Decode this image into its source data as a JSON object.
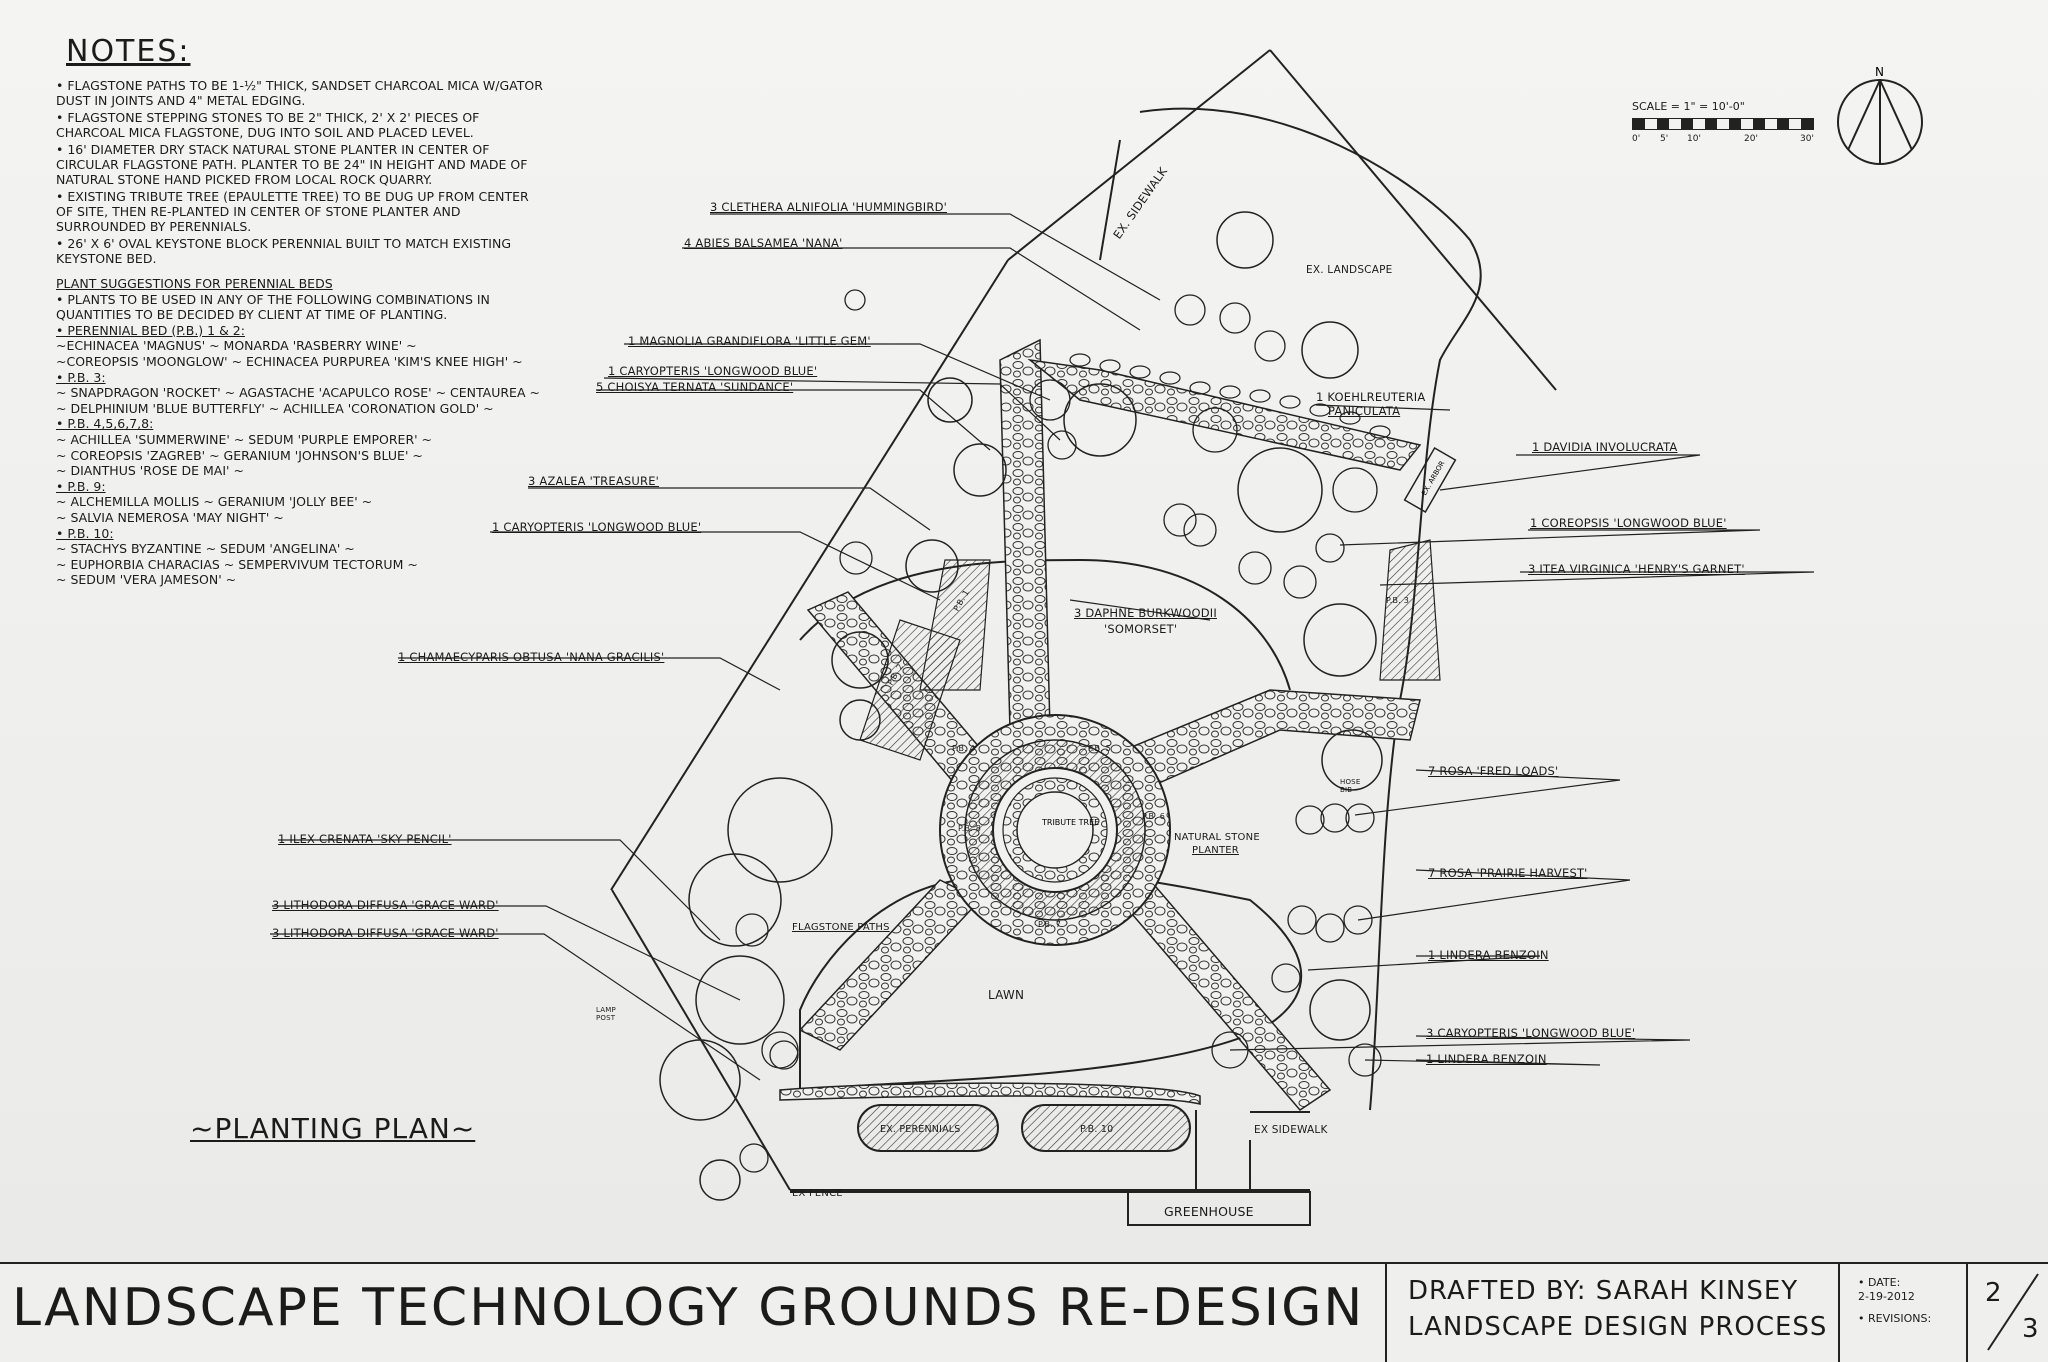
{
  "notes": {
    "title": "NOTES:",
    "items": [
      "• FLAGSTONE PATHS TO BE 1-½\" THICK, SANDSET CHARCOAL MICA W/GATOR DUST IN JOINTS AND 4\" METAL EDGING.",
      "• FLAGSTONE STEPPING STONES TO BE 2\" THICK, 2' x 2' PIECES OF CHARCOAL MICA FLAGSTONE, DUG INTO SOIL AND PLACED LEVEL.",
      "• 16' DIAMETER DRY STACK NATURAL STONE PLANTER IN CENTER OF CIRCULAR FLAGSTONE PATH. PLANTER TO BE 24\" IN HEIGHT AND MADE OF NATURAL STONE HAND PICKED FROM LOCAL ROCK QUARRY.",
      "• EXISTING TRIBUTE TREE (EPAULETTE TREE) TO BE DUG UP FROM CENTER OF SITE, THEN RE-PLANTED IN CENTER OF STONE PLANTER AND SURROUNDED BY PERENNIALS.",
      "• 26' x 6' OVAL KEYSTONE BLOCK PERENNIAL BUILT TO MATCH EXISTING KEYSTONE BED."
    ]
  },
  "plant_suggestions": {
    "heading": "PLANT SUGGESTIONS FOR PERENNIAL BEDS",
    "intro": "• PLANTS TO BE USED IN ANY OF THE FOLLOWING COMBINATIONS IN QUANTITIES TO BE DECIDED BY CLIENT AT TIME OF PLANTING.",
    "groups": [
      {
        "heading": "• PERENNIAL BED (P.B.) 1 & 2:",
        "lines": [
          "~ECHINACEA 'MAGNUS' ~ MONARDA 'RASBERRY WINE' ~",
          "~COREOPSIS 'MOONGLOW' ~ ECHINACEA PURPUREA 'KIM'S KNEE HIGH' ~"
        ]
      },
      {
        "heading": "• P.B. 3:",
        "lines": [
          "~ SNAPDRAGON 'ROCKET' ~ AGASTACHE 'ACAPULCO ROSE' ~ CENTAUREA ~",
          "~ DELPHINIUM 'BLUE BUTTERFLY' ~ ACHILLEA 'CORONATION GOLD' ~"
        ]
      },
      {
        "heading": "• P.B. 4,5,6,7,8:",
        "lines": [
          "~ ACHILLEA 'SUMMERWINE' ~ SEDUM 'PURPLE EMPORER' ~",
          "~ COREOPSIS 'ZAGREB' ~ GERANIUM 'JOHNSON'S BLUE' ~",
          "~ DIANTHUS 'ROSE DE MAI' ~"
        ]
      },
      {
        "heading": "• P.B. 9:",
        "lines": [
          "~ ALCHEMILLA MOLLIS ~ GERANIUM 'JOLLY BEE' ~",
          "~ SALVIA NEMEROSA 'MAY NIGHT' ~"
        ]
      },
      {
        "heading": "• P.B. 10:",
        "lines": [
          "~ STACHYS BYZANTINE ~ SEDUM 'ANGELINA' ~",
          "~ EUPHORBIA CHARACIAS ~ SEMPERVIVUM TECTORUM ~",
          "~ SEDUM 'VERA JAMESON' ~"
        ]
      }
    ]
  },
  "plan_title": "~PLANTING PLAN~",
  "scale": {
    "text": "SCALE = 1\" = 10'-0\"",
    "ticks": [
      "0'",
      "5'",
      "10'",
      "20'",
      "30'"
    ]
  },
  "north": "N",
  "plant_labels": {
    "clethera": "3 CLETHERA ALNIFOLIA 'HUMMINGBIRD'",
    "abies": "4 ABIES BALSAMEA 'NANA'",
    "magnolia": "1 MAGNOLIA GRANDIFLORA 'LITTLE GEM'",
    "caryopteris_a": "1 CARYOPTERIS 'LONGWOOD BLUE'",
    "choisya": "5 CHOISYA TERNATA 'SUNDANCE'",
    "azalea": "3 AZALEA 'TREASURE'",
    "caryopteris_b": "1 CARYOPTERIS 'LONGWOOD BLUE'",
    "daphne": "3 DAPHNE BURKWOODII",
    "daphne_cv": "'SOMORSET'",
    "chamaecyparis": "1 CHAMAECYPARIS OBTUSA 'NANA GRACILIS'",
    "ilex": "1 ILEX CRENATA 'SKY PENCIL'",
    "lithodora_a": "3 LITHODORA DIFFUSA 'GRACE WARD'",
    "lithodora_b": "3 LITHODORA DIFFUSA 'GRACE WARD'",
    "koelreuteria": "1 KOEHLREUTERIA",
    "koelreuteria_sp": "PANICULATA",
    "davidia": "1 DAVIDIA INVOLUCRATA",
    "coreopsis": "1 COREOPSIS 'LONGWOOD BLUE'",
    "itea": "3 ITEA VIRGINICA 'HENRY'S GARNET'",
    "rosa_fred": "7 ROSA 'FRED LOADS'",
    "rosa_prairie": "7 ROSA 'PRAIRIE HARVEST'",
    "lindera_a": "1 LINDERA BENZOIN",
    "caryopteris_c": "3 CARYOPTERIS 'LONGWOOD BLUE'",
    "lindera_b": "1 LINDERA BENZOIN"
  },
  "site_labels": {
    "ex_sidewalk_top": "EX. SIDEWALK",
    "ex_landscape": "EX. LANDSCAPE",
    "tribute_tree": "TRIBUTE TREE",
    "natural_stone": "NATURAL STONE",
    "planter": "PLANTER",
    "flagstone_paths": "FLAGSTONE PATHS",
    "lawn": "LAWN",
    "lamp_post": "LAMP POST",
    "hose_bib": "HOSE BIB",
    "ex_perennials": "EX. PERENNIALS",
    "pb10": "P.B. 10",
    "ex_sidewalk_bottom": "EX SIDEWALK",
    "ex_fence": "EX FENCE",
    "greenhouse": "GREENHOUSE",
    "ex_arbor": "EX. ARBOR",
    "pb1": "P.B. 1",
    "pb2": "P.B. 2",
    "pb3": "P.B. 3",
    "pb4": "P.B. 4",
    "pb5": "P.B. 5",
    "pb6": "P.B. 6",
    "pb7": "P.B. 7",
    "pb8": "P.B. 8"
  },
  "title_block": {
    "main_title": "LANDSCAPE TECHNOLOGY GROUNDS RE-DESIGN",
    "drafted_by": "DRAFTED BY: SARAH KINSEY",
    "process": "LANDSCAPE DESIGN PROCESS",
    "date_label": "• DATE:",
    "date": "2-19-2012",
    "revisions_label": "• REVISIONS:",
    "sheet_no": "2",
    "sheet_total": "3"
  }
}
